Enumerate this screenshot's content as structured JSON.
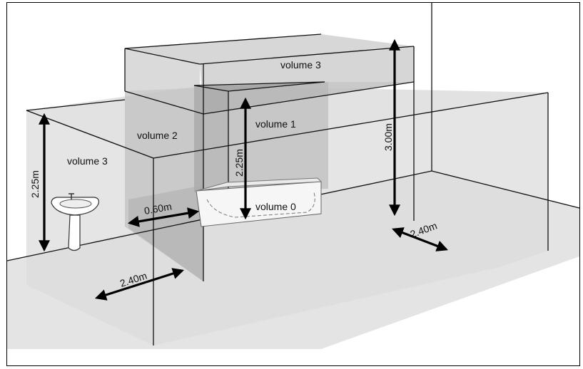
{
  "labels": {
    "volume3_top": "volume 3",
    "volume1": "volume 1",
    "volume2": "volume 2",
    "volume3_left": "volume 3",
    "volume0": "volume 0"
  },
  "dimensions": {
    "height_left": "2.25m",
    "height_bath": "2.25m",
    "height_total": "3.00m",
    "width_side": "0.60m",
    "width_front": "2.40m",
    "width_back": "2.40m"
  }
}
